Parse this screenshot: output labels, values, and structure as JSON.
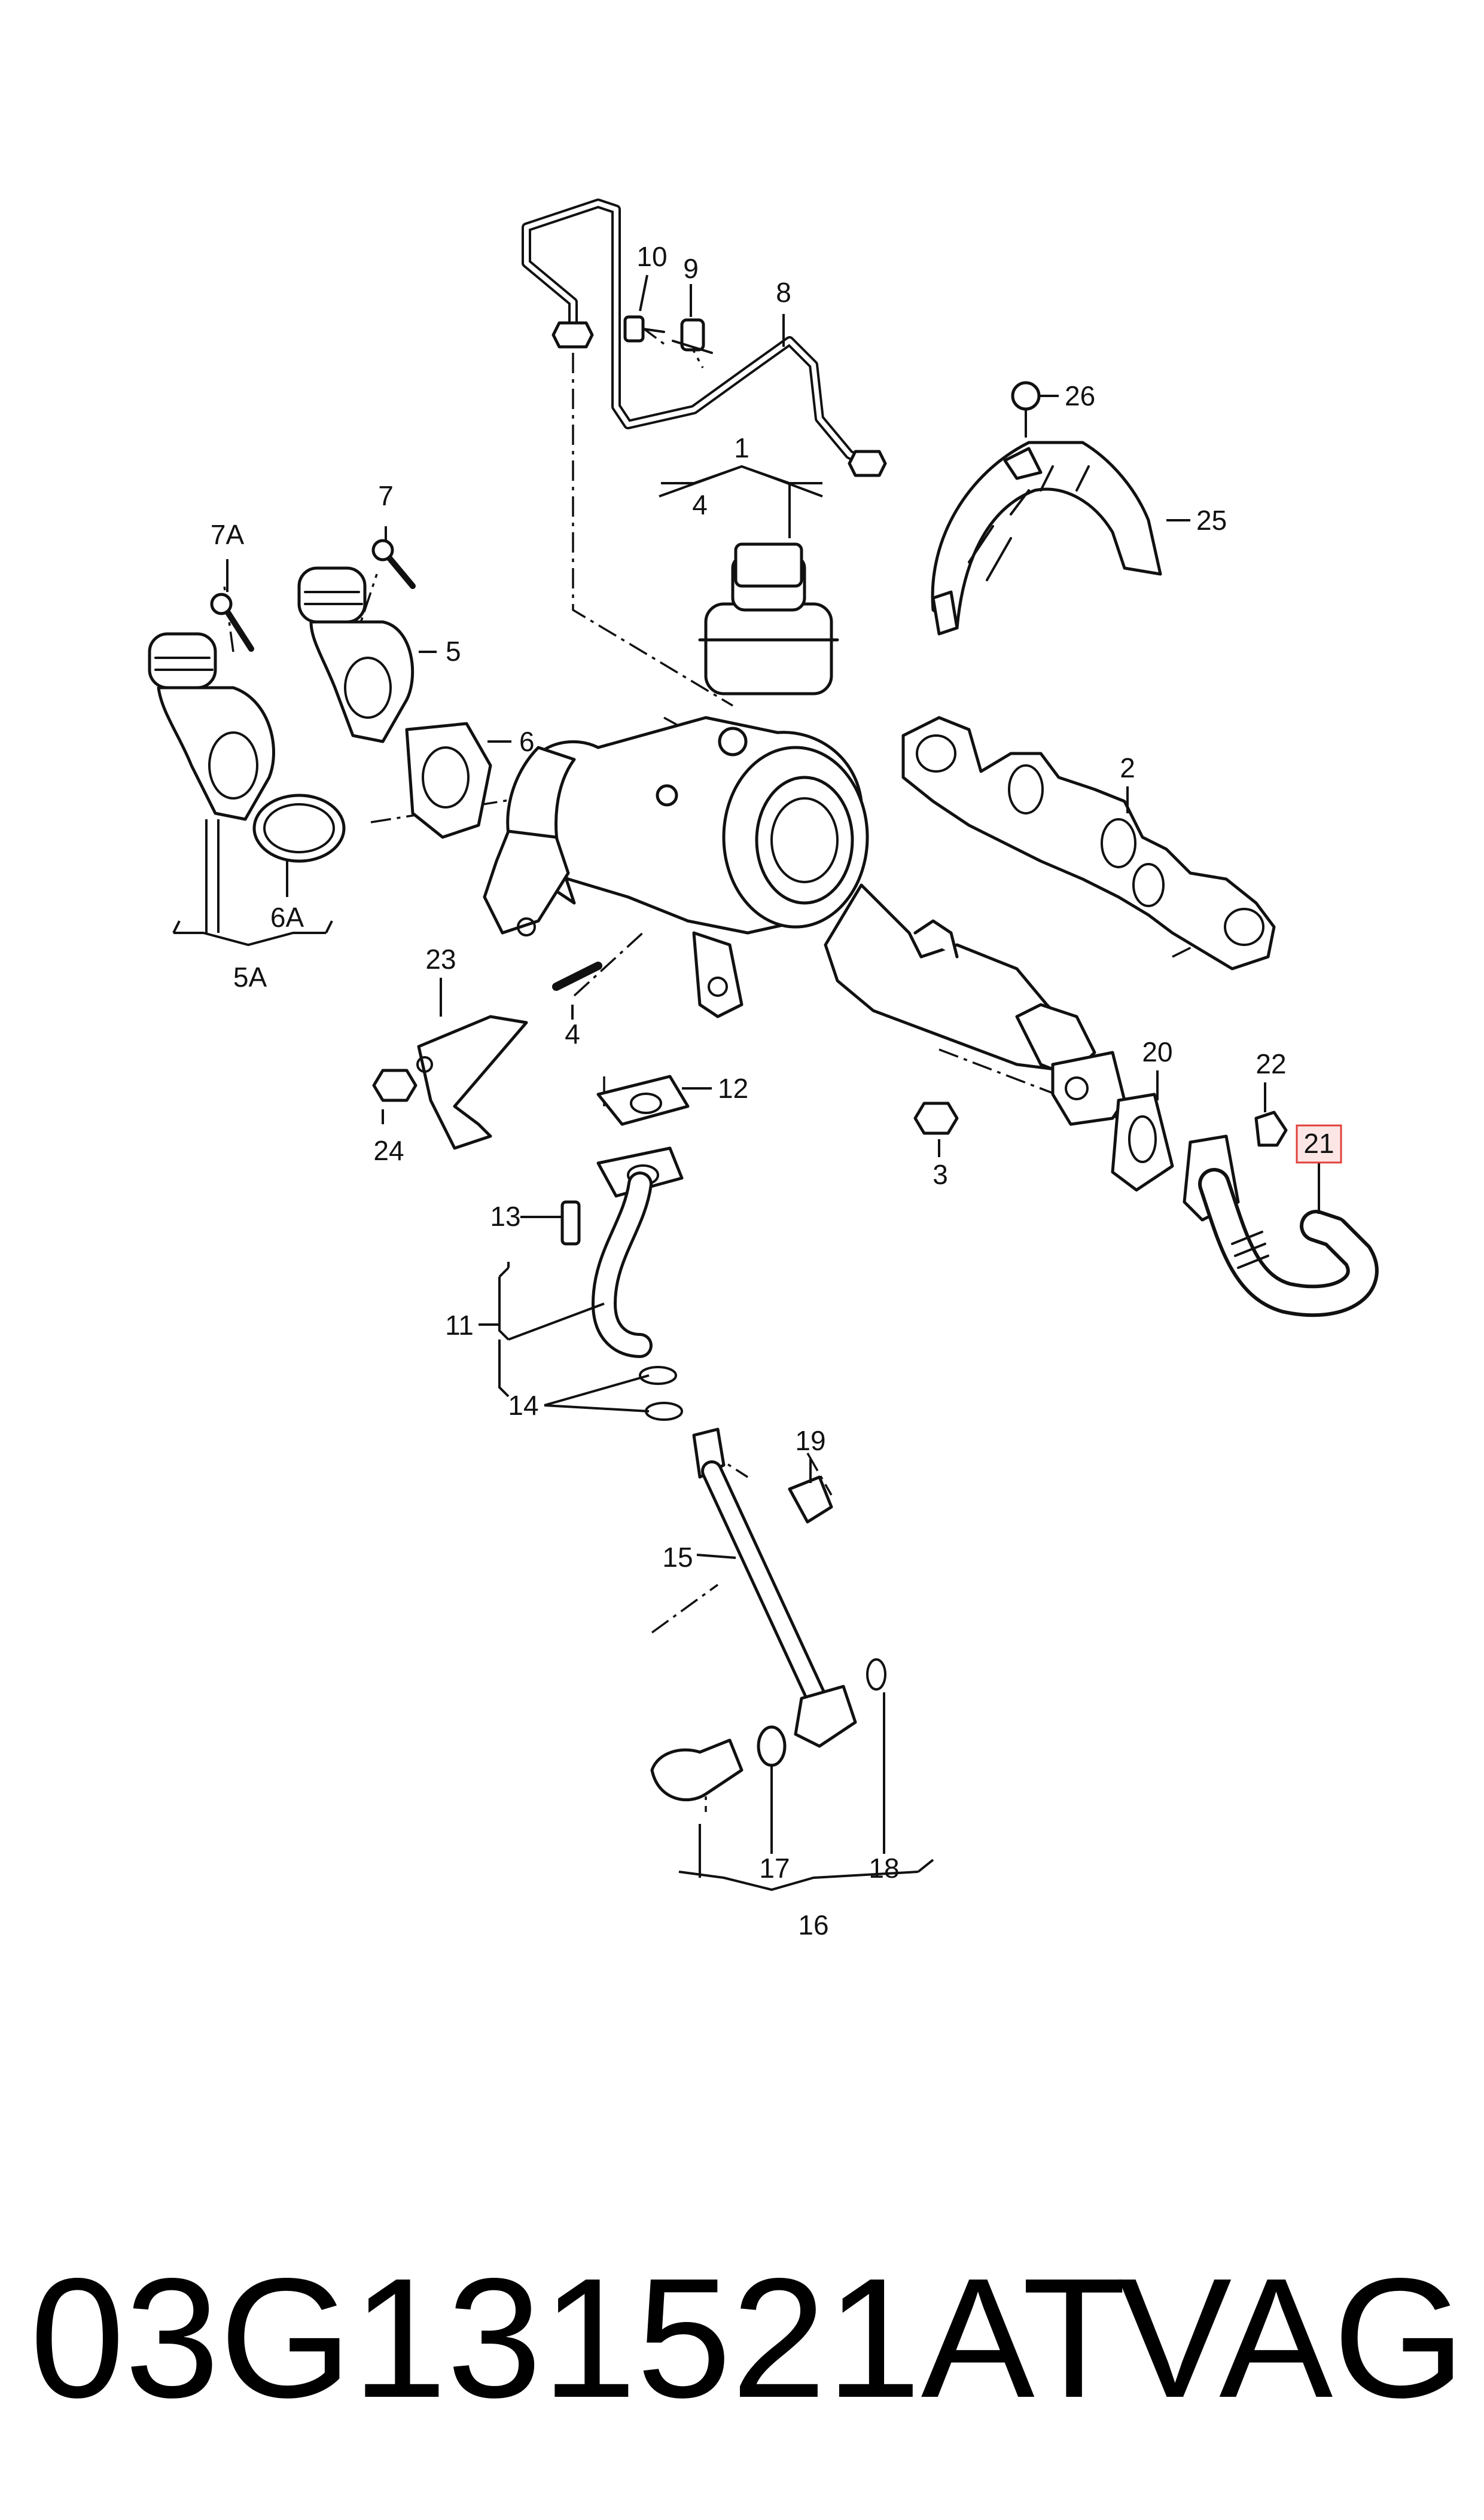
{
  "diagram": {
    "callouts": [
      {
        "id": "c1",
        "text": "1"
      },
      {
        "id": "c2",
        "text": "2"
      },
      {
        "id": "c3",
        "text": "3"
      },
      {
        "id": "c4a",
        "text": "4"
      },
      {
        "id": "c4b",
        "text": "4"
      },
      {
        "id": "c5",
        "text": "5"
      },
      {
        "id": "c5A",
        "text": "5A"
      },
      {
        "id": "c6",
        "text": "6"
      },
      {
        "id": "c6A",
        "text": "6A"
      },
      {
        "id": "c7",
        "text": "7"
      },
      {
        "id": "c7A",
        "text": "7A"
      },
      {
        "id": "c8",
        "text": "8"
      },
      {
        "id": "c9",
        "text": "9"
      },
      {
        "id": "c10",
        "text": "10"
      },
      {
        "id": "c11",
        "text": "11"
      },
      {
        "id": "c12",
        "text": "12"
      },
      {
        "id": "c13",
        "text": "13"
      },
      {
        "id": "c14",
        "text": "14"
      },
      {
        "id": "c15",
        "text": "15"
      },
      {
        "id": "c16",
        "text": "16"
      },
      {
        "id": "c17",
        "text": "17"
      },
      {
        "id": "c18",
        "text": "18"
      },
      {
        "id": "c19",
        "text": "19"
      },
      {
        "id": "c20",
        "text": "20"
      },
      {
        "id": "c21",
        "text": "21"
      },
      {
        "id": "c22",
        "text": "22"
      },
      {
        "id": "c23",
        "text": "23"
      },
      {
        "id": "c24",
        "text": "24"
      },
      {
        "id": "c25",
        "text": "25"
      },
      {
        "id": "c26",
        "text": "26"
      }
    ],
    "highlighted_callout": "21",
    "highlight_color": "#e0403a"
  },
  "footer": {
    "part_number": "03G131521AT",
    "brand": "VAG"
  }
}
